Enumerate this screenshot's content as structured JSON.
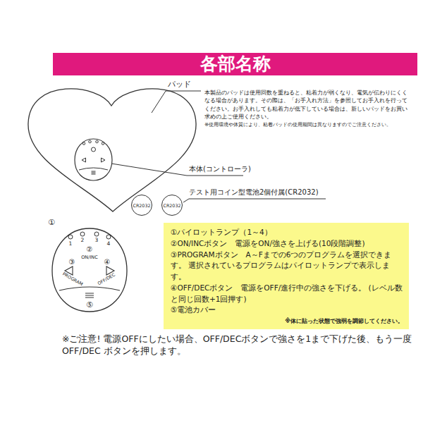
{
  "diagram": {
    "title": "各部名称",
    "nodes": [
      {
        "text": [
          "CR2032"
        ]
      },
      {
        "text": [
          "CR2032"
        ]
      },
      {
        "text": [
          "1",
          "2",
          "3",
          "4",
          "②",
          "ON/INC",
          "③",
          "④",
          "PROGRAM",
          "OFF/DEC",
          "⑤"
        ]
      },
      {
        "text": [
          "①パイロットランプ（1～4）",
          "②ON/INCボタン　電源をON/強さを上げる(10段階調整)",
          "③PROGRAMボタン　A～Fまでの6つのプログラムを選択できます。 選択されているプログラムはパイロットランプで表示します。",
          "④OFF/DECボタン　電源をOFF/進行中の強さを下げる。 (レベル数と同じ回数+1回押す)",
          "⑤電池カバー",
          "※体に貼った状態で強弱を調節してください。"
        ]
      }
    ],
    "labels": [
      "パッド",
      "本製品のパッドは使用回数を重ねると、粘着力が弱くなり、電気が伝わりにくくなる場合があります。その際は、「お手入れ方法」を参照してお手入れを行ってください。お手入れしても粘着力が低下している場合は、新しいパッドをお買い求めの上ご使用ください。",
      "※使用環境や体質により、粘着パッドの使用期間は異なりますのでご注意ください。",
      "本体(コントローラ)",
      "テスト用コイン型電池2個付属(CR2032)",
      "①",
      "※ご注意! 電源OFFにしたい場合、OFF/DECボタンで強さを1まで下げた後、もう一度OFF/DEC ボタンを押します。"
    ]
  }
}
